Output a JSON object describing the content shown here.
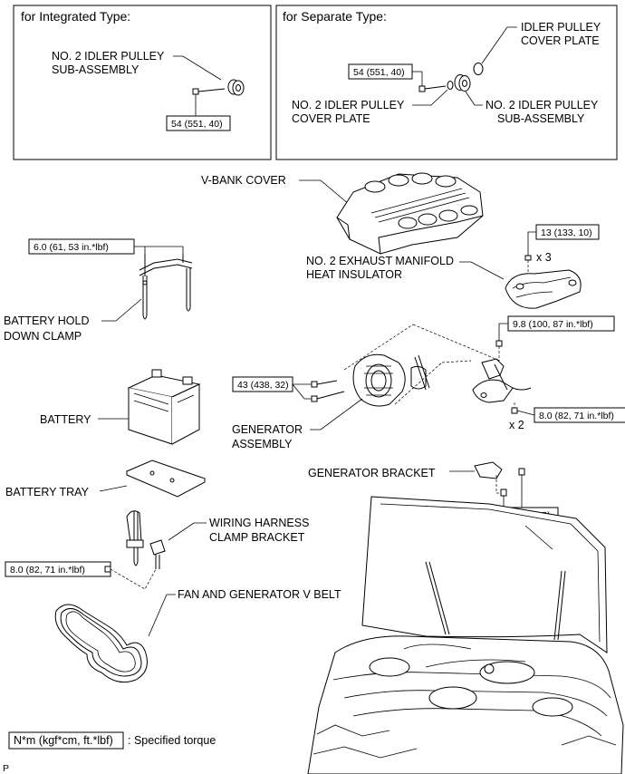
{
  "inset_integrated": {
    "title": "for Integrated Type:",
    "pulley_label_1": "NO. 2 IDLER PULLEY",
    "pulley_label_2": "SUB-ASSEMBLY",
    "torque": "54 (551, 40)"
  },
  "inset_separate": {
    "title": "for Separate Type:",
    "cover_top_1": "IDLER PULLEY",
    "cover_top_2": "COVER PLATE",
    "torque": "54 (551, 40)",
    "cover_left_1": "NO. 2 IDLER PULLEY",
    "cover_left_2": "COVER PLATE",
    "pulley_1": "NO. 2 IDLER PULLEY",
    "pulley_2": "SUB-ASSEMBLY"
  },
  "vbank": {
    "label": "V-BANK COVER"
  },
  "heat_insulator": {
    "label_1": "NO. 2 EXHAUST MANIFOLD",
    "label_2": "HEAT INSULATOR",
    "torque": "13 (133, 10)",
    "qty": "x 3"
  },
  "hold_down": {
    "torque": "6.0 (61, 53 in.*lbf)",
    "label_1": "BATTERY HOLD",
    "label_2": "DOWN CLAMP"
  },
  "generator": {
    "torque_top": "9.8 (100, 87 in.*lbf)",
    "torque_left": "43 (438, 32)",
    "torque_right": "8.0 (82, 71 in.*lbf)",
    "qty": "x 2",
    "label_1": "GENERATOR",
    "label_2": "ASSEMBLY"
  },
  "battery": {
    "label": "BATTERY"
  },
  "bracket": {
    "label": "GENERATOR BRACKET",
    "torque": "20 (204, 15)"
  },
  "tray": {
    "label": "BATTERY TRAY"
  },
  "wiring": {
    "label_1": "WIRING HARNESS",
    "label_2": "CLAMP BRACKET",
    "torque": "8.0 (82, 71 in.*lbf)"
  },
  "belt": {
    "label": "FAN AND GENERATOR V BELT"
  },
  "legend": {
    "unit": "N*m (kgf*cm, ft.*lbf)",
    "text": ": Specified torque"
  },
  "corner_mark": "P"
}
